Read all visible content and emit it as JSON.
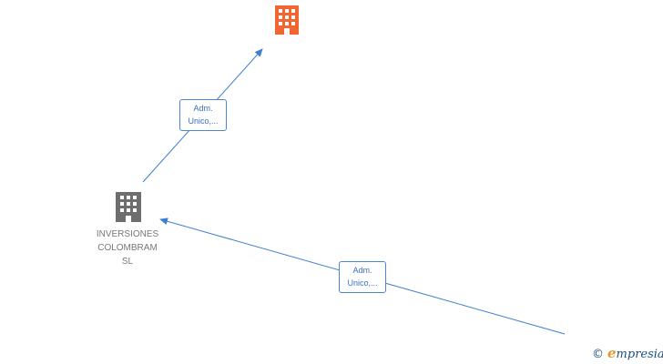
{
  "nodes": {
    "top_company": {
      "label": "",
      "icon": "building-icon",
      "color": "#f26530"
    },
    "inversiones": {
      "label_lines": [
        "INVERSIONES",
        "COLOMBRAM",
        "SL"
      ],
      "icon": "building-icon",
      "color": "#6e6e6e"
    }
  },
  "edges": [
    {
      "label_line1": "Adm.",
      "label_line2": "Unico,..."
    },
    {
      "label_line1": "Adm.",
      "label_line2": "Unico,..."
    }
  ],
  "colors": {
    "edge": "#3d7fd1",
    "label_border": "#4a86d4",
    "label_text": "#3a70bf"
  },
  "brand": {
    "copyright": "©",
    "initial": "e",
    "rest": "mpresia"
  }
}
